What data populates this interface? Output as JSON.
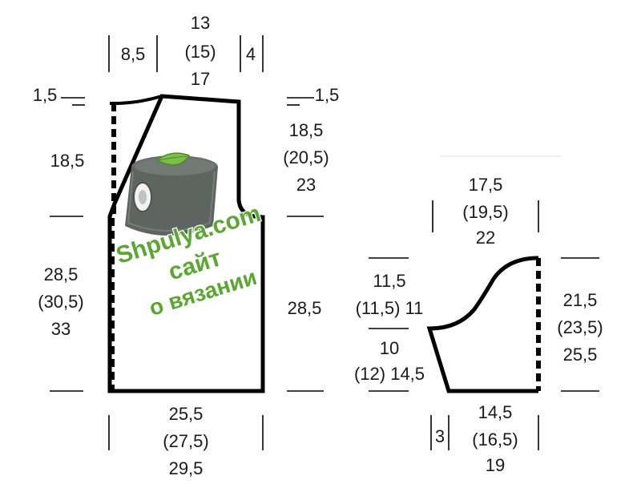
{
  "colors": {
    "outline": "#000000",
    "text": "#1a1a1a",
    "watermark_text": "#5aa832",
    "spool": "#5e6460",
    "leaf": "#7bbf4a"
  },
  "back_piece": {
    "top_width": {
      "line1": "13",
      "line2": "(15)",
      "line3": "17"
    },
    "top_left": "8,5",
    "top_right": "4",
    "left_drop": "1,5",
    "right_drop": "1,5",
    "neck_depth": "18,5",
    "armhole": {
      "line1": "18,5",
      "line2": "(20,5)",
      "line3": "23"
    },
    "left_side": {
      "line1": "28,5",
      "line2": "(30,5)",
      "line3": "33"
    },
    "right_side": "28,5",
    "bottom_width": {
      "line1": "25,5",
      "line2": "(27,5)",
      "line3": "29,5"
    }
  },
  "sleeve_piece": {
    "top_width": {
      "line1": "17,5",
      "line2": "(19,5)",
      "line3": "22"
    },
    "upper_left": {
      "line1": "11,5",
      "line2": "(11,5) 11"
    },
    "lower_left": {
      "line1": "10",
      "line2": "(12) 14,5"
    },
    "right_height": {
      "line1": "21,5",
      "line2": "(23,5)",
      "line3": "25,5"
    },
    "bottom_left": "3",
    "bottom_width": {
      "line1": "14,5",
      "line2": "(16,5)",
      "line3": "19"
    }
  },
  "watermark": {
    "line1": "Shpulya.com",
    "line2": "сайт",
    "line3": "о вязании",
    "icon": "yarn-spool-icon"
  }
}
